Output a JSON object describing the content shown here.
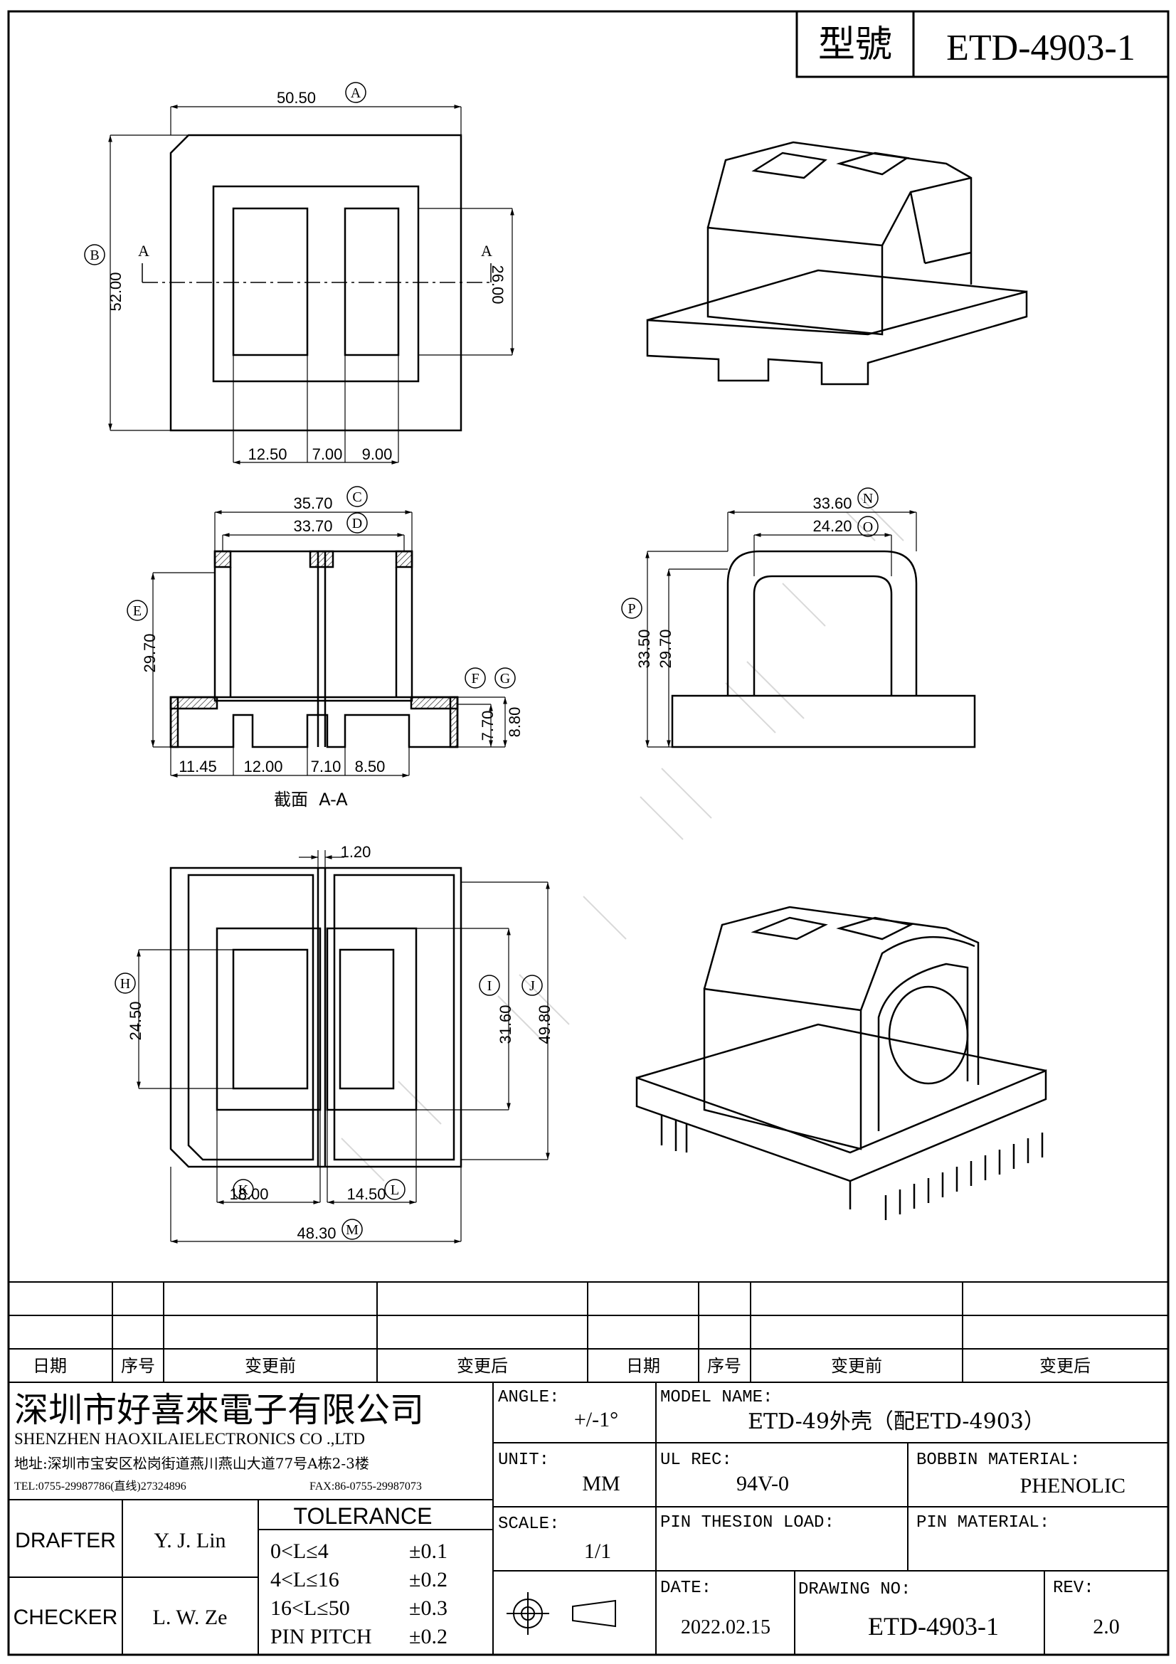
{
  "header": {
    "model_label": "型號",
    "model_code": "ETD-4903-1"
  },
  "views": {
    "top": {
      "dims": {
        "A": "50.50",
        "B": "52.00",
        "h26": "26.00",
        "w1": "12.50",
        "w2": "7.00",
        "w3": "9.00"
      },
      "section_marker": "A"
    },
    "section": {
      "dims": {
        "C": "35.70",
        "D": "33.70",
        "E": "29.70",
        "F": "7.70",
        "G": "8.80",
        "b1": "11.45",
        "b2": "12.00",
        "b3": "7.10",
        "b4": "8.50"
      },
      "caption": "截面  A-A"
    },
    "side": {
      "dims": {
        "N": "33.60",
        "O": "24.20",
        "P": "33.50",
        "p2": "29.70"
      }
    },
    "bottom": {
      "dims": {
        "gap": "1.20",
        "H": "24.50",
        "I": "31.60",
        "J": "49.80",
        "K": "18.00",
        "L": "14.50",
        "M": "48.30"
      }
    }
  },
  "bubbles": [
    "A",
    "B",
    "C",
    "D",
    "E",
    "F",
    "G",
    "H",
    "I",
    "J",
    "K",
    "L",
    "M",
    "N",
    "O",
    "P"
  ],
  "revision_table": {
    "headers": [
      "日期",
      "序号",
      "变更前",
      "变更后",
      "日期",
      "序号",
      "变更前",
      "变更后"
    ]
  },
  "company": {
    "name_cn": "深圳市好喜來電子有限公司",
    "name_en": "SHENZHEN HAOXILAIELECTRONICS CO .,LTD",
    "address": "地址:深圳市宝安区松岗街道燕川燕山大道77号A栋2-3楼",
    "tel": "TEL:0755-29987786(直线)27324896",
    "fax": "FAX:86-0755-29987073"
  },
  "fields": {
    "angle_label": "ANGLE:",
    "angle_value": "+/-1°",
    "model_name_label": "MODEL NAME:",
    "model_name_value": "ETD-49外壳（配ETD-4903）",
    "unit_label": "UNIT:",
    "unit_value": "MM",
    "ul_label": "UL REC:",
    "ul_value": "94V-0",
    "bobbin_label": "BOBBIN MATERIAL:",
    "bobbin_value": "PHENOLIC",
    "scale_label": "SCALE:",
    "scale_value": "1/1",
    "pin_tension_label": "PIN THESION LOAD:",
    "pin_material_label": "PIN MATERIAL:",
    "date_label": "DATE:",
    "date_value": "2022.02.15",
    "drawing_no_label": "DRAWING NO:",
    "drawing_no_value": "ETD-4903-1",
    "rev_label": "REV:",
    "rev_value": "2.0"
  },
  "people": {
    "drafter_label": "DRAFTER",
    "drafter": "Y. J. Lin",
    "checker_label": "CHECKER",
    "checker": "L. W. Ze"
  },
  "tolerance": {
    "title": "TOLERANCE",
    "rows": [
      {
        "range": "0<L≤4",
        "tol": "±0.1"
      },
      {
        "range": "4<L≤16",
        "tol": "±0.2"
      },
      {
        "range": "16<L≤50",
        "tol": "±0.3"
      },
      {
        "range": "PIN PITCH",
        "tol": "±0.2"
      }
    ]
  },
  "colors": {
    "line": "#000000",
    "watermark": "#d8d8d8"
  }
}
